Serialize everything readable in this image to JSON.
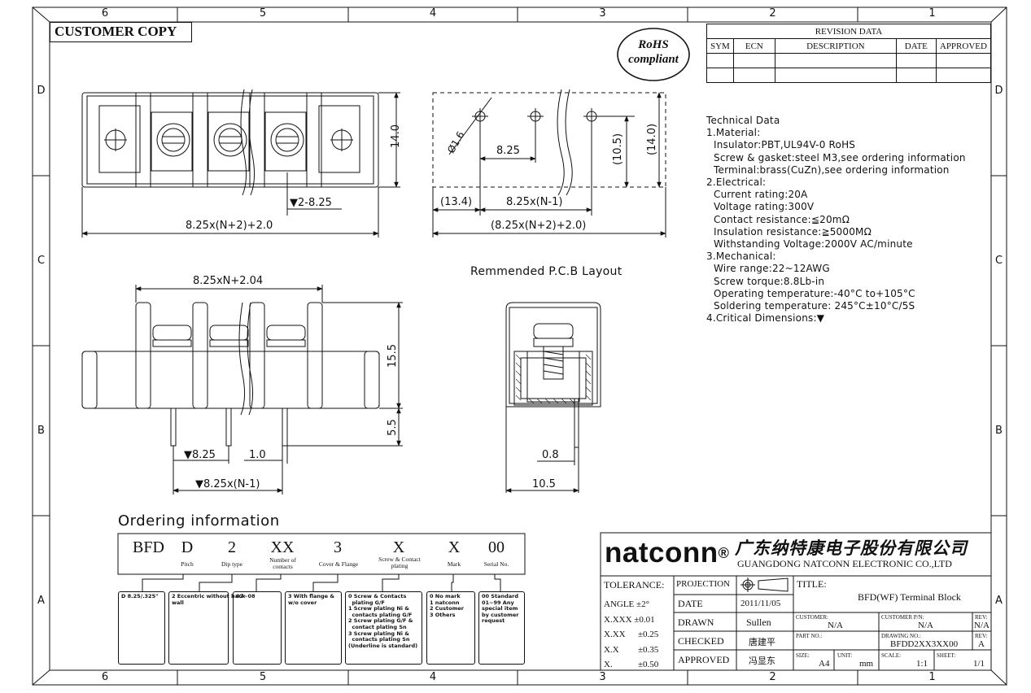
{
  "zones": {
    "top": [
      "6",
      "5",
      "4",
      "3",
      "2",
      "1"
    ],
    "bottom": [
      "6",
      "5",
      "4",
      "3",
      "2",
      "1"
    ],
    "left": [
      "D",
      "C",
      "B",
      "A"
    ],
    "right": [
      "D",
      "C",
      "B",
      "A"
    ]
  },
  "customer_copy": "CUSTOMER COPY",
  "rohs": {
    "line1": "RoHS",
    "line2": "compliant"
  },
  "revision": {
    "title": "REVISION DATA",
    "headers": [
      "SYM",
      "ECN",
      "DESCRIPTION",
      "DATE",
      "APPROVED"
    ]
  },
  "technical_data": {
    "title": "Technical Data",
    "lines": [
      {
        "text": "1.Material:",
        "indent": false
      },
      {
        "text": "Insulator:PBT,UL94V-0 RoHS",
        "indent": true
      },
      {
        "text": "Screw & gasket:steel M3,see ordering information",
        "indent": true
      },
      {
        "text": "Terminal:brass(CuZn),see ordering information",
        "indent": true
      },
      {
        "text": "2.Electrical:",
        "indent": false
      },
      {
        "text": "Current rating:20A",
        "indent": true
      },
      {
        "text": "Voltage rating:300V",
        "indent": true
      },
      {
        "text": "Contact resistance:≦20mΩ",
        "indent": true
      },
      {
        "text": "Insulation resistance:≧5000MΩ",
        "indent": true
      },
      {
        "text": "Withstanding Voltage:2000V AC/minute",
        "indent": true
      },
      {
        "text": "3.Mechanical:",
        "indent": false
      },
      {
        "text": "Wire range:22~12AWG",
        "indent": true
      },
      {
        "text": "Screw torque:8.8Lb-in",
        "indent": true
      },
      {
        "text": "Operating temperature:-40°C to+105°C",
        "indent": true
      },
      {
        "text": "Soldering temperature: 245°C±10°C/5S",
        "indent": true
      },
      {
        "text": "4.Critical Dimensions:▼",
        "indent": false
      }
    ]
  },
  "dims": {
    "top_height": "14.0",
    "top_pitch": "▼2-8.25",
    "top_overall": "8.25x(N+2)+2.0",
    "hole_dia": "Ø1.6",
    "hole_pitch": "8.25",
    "hole_105": "(10.5)",
    "hole_140": "(14.0)",
    "hole_134": "(13.4)",
    "hole_n1": "8.25x(N-1)",
    "hole_overall": "(8.25x(N+2)+2.0)",
    "front_width": "8.25xN+2.04",
    "front_h1": "15.5",
    "front_h2": "5.5",
    "front_pitch": "▼8.25",
    "front_pin": "1.0",
    "front_n1": "▼8.25x(N-1)",
    "side_pin": "0.8",
    "side_depth": "10.5"
  },
  "pcb_layout_title": "Remmended P.C.B Layout",
  "ordering": {
    "title": "Ordering information",
    "codes": [
      {
        "code": "BFD",
        "label": ""
      },
      {
        "code": "D",
        "label": "Pitch"
      },
      {
        "code": "2",
        "label": "Dip type"
      },
      {
        "code": "XX",
        "label": "Number of contacts"
      },
      {
        "code": "3",
        "label": "Cover & Flange"
      },
      {
        "code": "X",
        "label": "Screw & Contact plating"
      },
      {
        "code": "X",
        "label": "Mark"
      },
      {
        "code": "00",
        "label": "Serial No."
      }
    ],
    "options": [
      "D 8.25/.325\"",
      "2 Eccentric without back\nwall",
      "02~08",
      "3 With flange &\nw/o cover",
      "0 Screw & Contacts\n  plating G/F\n1 Screw plating Ni &\n  contacts plating G/F\n2 Screw plating G/F &\n  contact plating Sn\n3 Screw plating Ni &\n  contacts plating Sn\n(Underline is standard)",
      "0 No mark\n1 natconn\n2 Customer\n3 Others",
      "00 Standard\n01~99 Any\nspecial item\nby customer\nrequest"
    ]
  },
  "company": {
    "brand": "natconn",
    "reg": "®",
    "name_cn": "广东纳特康电子股份有限公司",
    "name_en": "GUANGDONG NATCONN ELECTRONIC CO.,LTD"
  },
  "tolerance": {
    "label": "TOLERANCE:",
    "rows": [
      {
        "k": "ANGLE",
        "v": "±2°"
      },
      {
        "k": "X.XXX",
        "v": "±0.01"
      },
      {
        "k": "X.XX",
        "v": "±0.25"
      },
      {
        "k": "X.X",
        "v": "±0.35"
      },
      {
        "k": "X.",
        "v": "±0.50"
      }
    ]
  },
  "approvals": {
    "projection": "PROJECTION",
    "rows": [
      {
        "k": "DATE",
        "v": "2011/11/05"
      },
      {
        "k": "DRAWN",
        "v": "Sullen"
      },
      {
        "k": "CHECKED",
        "v": "唐建平"
      },
      {
        "k": "APPROVED",
        "v": "冯显东"
      }
    ]
  },
  "titleblock": {
    "title_label": "TITLE:",
    "title": "BFD(WF) Terminal Block",
    "customer_label": "CUSTOMER:",
    "customer": "N/A",
    "customer_pn_label": "CUSTOMER P/N:",
    "customer_pn": "N/A",
    "rev_label": "REV:",
    "rev1": "N/A",
    "part_label": "PART NO.:",
    "drawing_label": "DRAWING NO.:",
    "drawing": "BFDD2XX3XX00",
    "rev2": "A",
    "size_label": "SIZE:",
    "size": "A4",
    "unit_label": "UNIT:",
    "unit": "mm",
    "scale_label": "SCALE:",
    "scale": "1:1",
    "sheet_label": "SHEET:",
    "sheet": "1/1"
  }
}
